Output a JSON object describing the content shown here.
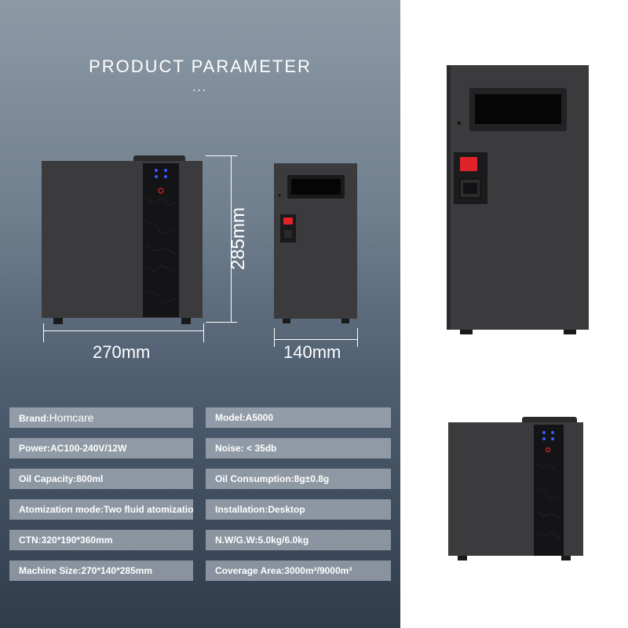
{
  "header": {
    "title": "PRODUCT PARAMETER",
    "dots": "..."
  },
  "dimensions": {
    "width": "270mm",
    "depth": "140mm",
    "height": "285mm"
  },
  "specs_left": [
    {
      "label": "Brand:",
      "value": "Homcare"
    },
    {
      "label": "Power:",
      "value": "AC100-240V/12W"
    },
    {
      "label": "Oil Capacity:",
      "value": "800ml"
    },
    {
      "label": "Atomization mode:",
      "value": "Two fluid atomization"
    },
    {
      "label": "CTN:",
      "value": "320*190*360mm"
    },
    {
      "label": "Machine Size:",
      "value": "270*140*285mm"
    }
  ],
  "specs_right": [
    {
      "label": "Model:",
      "value": "A5000"
    },
    {
      "label": "Noise:",
      "value": " < 35db"
    },
    {
      "label": "Oil Consumption:",
      "value": "8g±0.8g"
    },
    {
      "label": "Installation:",
      "value": "Desktop"
    },
    {
      "label": "N.W/G.W:",
      "value": "5.0kg/6.0kg"
    },
    {
      "label": "Coverage Area:",
      "value": "3000m²/9000m³"
    }
  ],
  "colors": {
    "body": "#3a3a3c",
    "panel": "#111214",
    "switch": "#e0232a",
    "led": "#3a5bff"
  }
}
